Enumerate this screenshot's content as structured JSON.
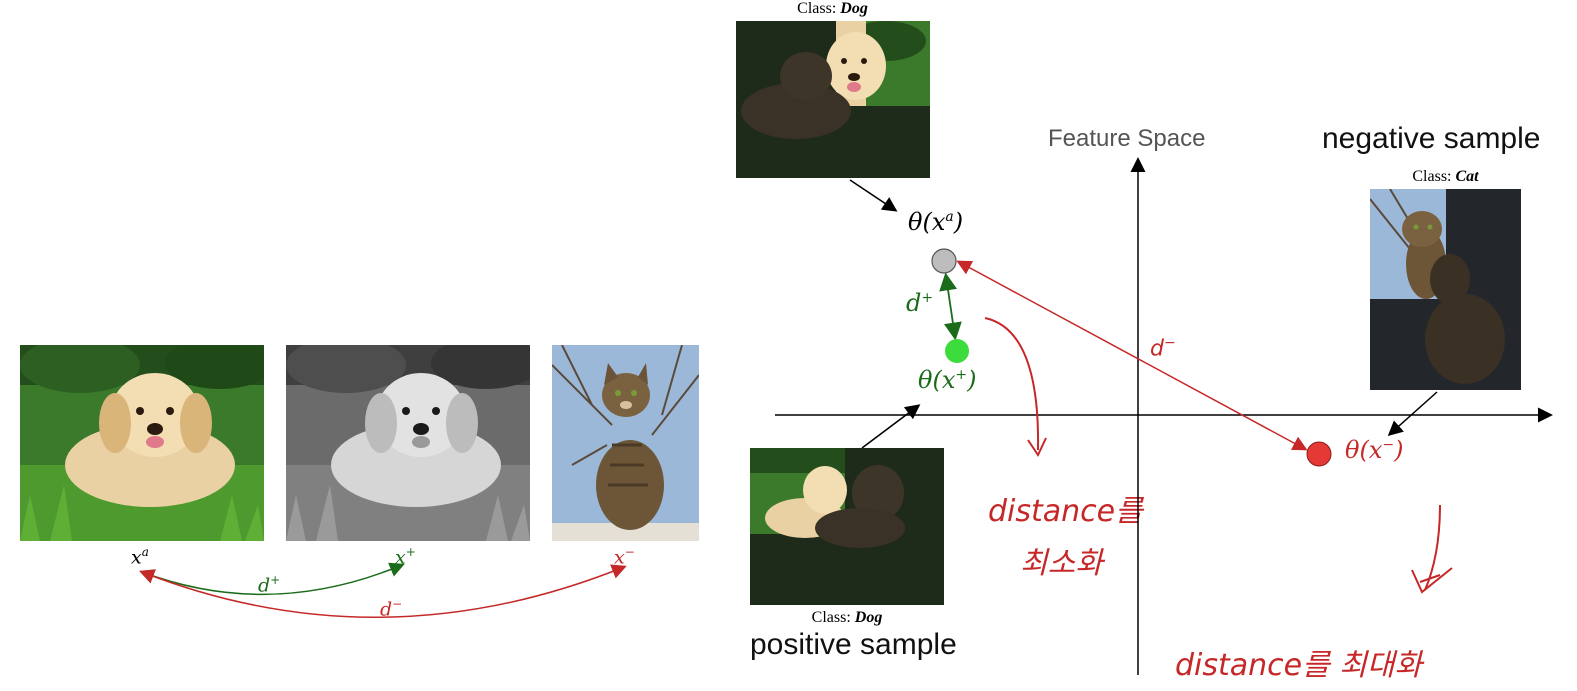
{
  "left_panel": {
    "anchor_label": "x",
    "anchor_sup": "a",
    "positive_label": "x",
    "positive_sup": "+",
    "negative_label": "x",
    "negative_sup": "−",
    "d_plus": "d",
    "d_plus_sup": "+",
    "d_minus": "d",
    "d_minus_sup": "−"
  },
  "right_panel": {
    "feature_space": "Feature Space",
    "negative_sample": "negative sample",
    "positive_sample": "positive sample",
    "class_prefix": "Class: ",
    "top_class": "Dog",
    "negative_class": "Cat",
    "positive_class": "Dog",
    "theta_anchor": "θ(x",
    "theta_anchor_sup": "a",
    "theta_positive": "θ(x",
    "theta_positive_sup": "+",
    "theta_negative": "θ(x",
    "theta_negative_sup": "−",
    "close_paren": ")",
    "d_plus": "d",
    "d_plus_sup": "+",
    "d_minus": "d",
    "d_minus_sup": "−",
    "note_minimize_1": "distance를",
    "note_minimize_2": "최소화",
    "note_maximize": "distance를 최대화"
  },
  "colors": {
    "green": "#1a6b1a",
    "red": "#c62828",
    "anchor_point": "#bdbdbd",
    "positive_point": "#3ddc3d",
    "negative_point": "#e53935"
  }
}
